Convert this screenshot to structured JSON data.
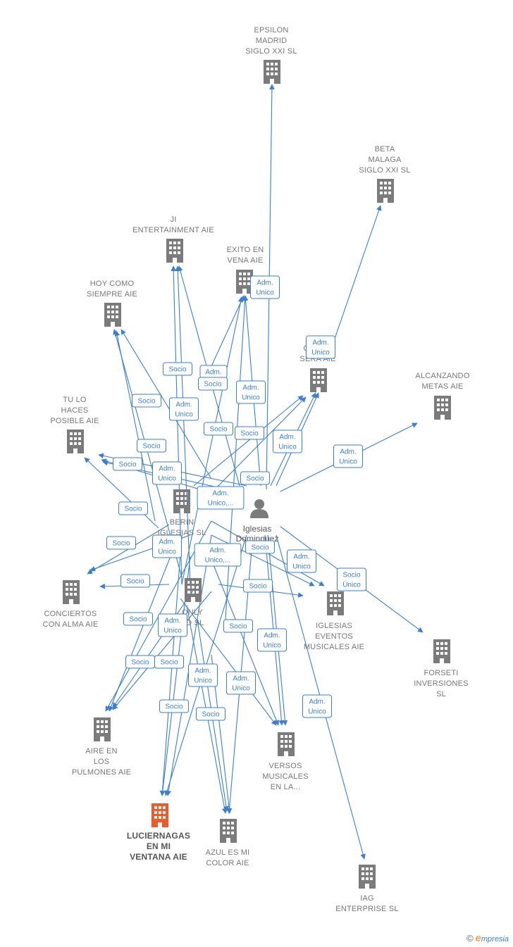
{
  "colors": {
    "edge": "#3a7fd5",
    "building": "#7b7b7b",
    "focus_building": "#f05a28",
    "label": "#777777"
  },
  "person": {
    "lines": [
      "Iglesias",
      "Dominguez",
      "M..."
    ],
    "icon": "person-icon"
  },
  "companies": [
    {
      "id": "epsilon",
      "lines": [
        "EPSILON",
        "MADRID",
        "SIGLO XXI  SL"
      ],
      "icon": "building-icon"
    },
    {
      "id": "beta",
      "lines": [
        "BETA",
        "MALAGA",
        "SIGLO XXI  SL"
      ],
      "icon": "building-icon"
    },
    {
      "id": "ji",
      "lines": [
        "JI",
        "ENTERTAINMENT AIE"
      ],
      "icon": "building-icon"
    },
    {
      "id": "exito",
      "lines": [
        "EXITO EN",
        "VENA AIE"
      ],
      "icon": "building-icon"
    },
    {
      "id": "hoy",
      "lines": [
        "HOY COMO",
        "SIEMPRE AIE"
      ],
      "icon": "building-icon"
    },
    {
      "id": "quedo",
      "lines": [
        "QUEDO",
        "SERA AIE"
      ],
      "icon": "building-icon"
    },
    {
      "id": "alcanzando",
      "lines": [
        "ALCANZANDO",
        "METAS AIE"
      ],
      "icon": "building-icon"
    },
    {
      "id": "tulo",
      "lines": [
        "TU LO",
        "HACES",
        "POSIBLE AIE"
      ],
      "icon": "building-icon"
    },
    {
      "id": "berin",
      "lines": [
        "BERIN",
        "IGLESIAS  SL"
      ],
      "icon": "building-icon"
    },
    {
      "id": "conciertos",
      "lines": [
        "CONCIERTOS",
        "CON ALMA AIE"
      ],
      "icon": "building-icon"
    },
    {
      "id": "only",
      "lines": [
        "ONLY",
        "AD  SL"
      ],
      "icon": "building-icon"
    },
    {
      "id": "iglesias_eventos",
      "lines": [
        "IGLESIAS",
        "EVENTOS",
        "MUSICALES AIE"
      ],
      "icon": "building-icon"
    },
    {
      "id": "forseti",
      "lines": [
        "FORSETI",
        "INVERSIONES",
        "SL"
      ],
      "icon": "building-icon"
    },
    {
      "id": "aire",
      "lines": [
        "AIRE EN",
        "LOS",
        "PULMONES AIE"
      ],
      "icon": "building-icon"
    },
    {
      "id": "versos",
      "lines": [
        "VERSOS",
        "MUSICALES",
        "EN LA..."
      ],
      "icon": "building-icon"
    },
    {
      "id": "luciernagas",
      "lines": [
        "LUCIERNAGAS",
        "EN MI",
        "VENTANA AIE"
      ],
      "icon": "building-icon"
    },
    {
      "id": "azul",
      "lines": [
        "AZUL ES MI",
        "COLOR AIE"
      ],
      "icon": "building-icon"
    },
    {
      "id": "iag",
      "lines": [
        "IAG",
        "ENTERPRISE SL"
      ],
      "icon": "building-icon"
    }
  ],
  "relations": [
    {
      "lines": [
        "Adm.",
        "Unico"
      ]
    },
    {
      "lines": [
        "Adm.",
        "Unico"
      ]
    },
    {
      "lines": [
        "Socio"
      ]
    },
    {
      "lines": [
        "Adm."
      ]
    },
    {
      "lines": [
        "Socio"
      ]
    },
    {
      "lines": [
        "Adm.",
        "Unico"
      ]
    },
    {
      "lines": [
        "Socio"
      ]
    },
    {
      "lines": [
        "Adm.",
        "Unico"
      ]
    },
    {
      "lines": [
        "Socio"
      ]
    },
    {
      "lines": [
        "Socio"
      ]
    },
    {
      "lines": [
        "Adm.",
        "Unico"
      ]
    },
    {
      "lines": [
        "Adm.",
        "Unico"
      ]
    },
    {
      "lines": [
        "Socio"
      ]
    },
    {
      "lines": [
        "Socio"
      ]
    },
    {
      "lines": [
        "Adm.",
        "Unico"
      ]
    },
    {
      "lines": [
        "Socio"
      ]
    },
    {
      "lines": [
        "Adm.",
        "Unico,..."
      ]
    },
    {
      "lines": [
        "Socio"
      ]
    },
    {
      "lines": [
        "Adm.",
        "Unico"
      ]
    },
    {
      "lines": [
        "Adm.",
        "Unico,..."
      ]
    },
    {
      "lines": [
        "Socio"
      ]
    },
    {
      "lines": [
        "Adm.",
        "Unico"
      ]
    },
    {
      "lines": [
        "Socio",
        "Único"
      ]
    },
    {
      "lines": [
        "Socio"
      ]
    },
    {
      "lines": [
        "Socio"
      ]
    },
    {
      "lines": [
        "Socio"
      ]
    },
    {
      "lines": [
        "Adm.",
        "Unico"
      ]
    },
    {
      "lines": [
        "Socio"
      ]
    },
    {
      "lines": [
        "Adm.",
        "Unico"
      ]
    },
    {
      "lines": [
        "Socio"
      ]
    },
    {
      "lines": [
        "Socio"
      ]
    },
    {
      "lines": [
        "Adm.",
        "Unico"
      ]
    },
    {
      "lines": [
        "Socio"
      ]
    },
    {
      "lines": [
        "Adm.",
        "Unico"
      ]
    },
    {
      "lines": [
        "Socio"
      ]
    },
    {
      "lines": [
        "Socio"
      ]
    },
    {
      "lines": [
        "Adm.",
        "Unico"
      ]
    }
  ],
  "footer": {
    "copyright": "©",
    "brand_initial": "e",
    "brand_rest": "mpresia"
  }
}
